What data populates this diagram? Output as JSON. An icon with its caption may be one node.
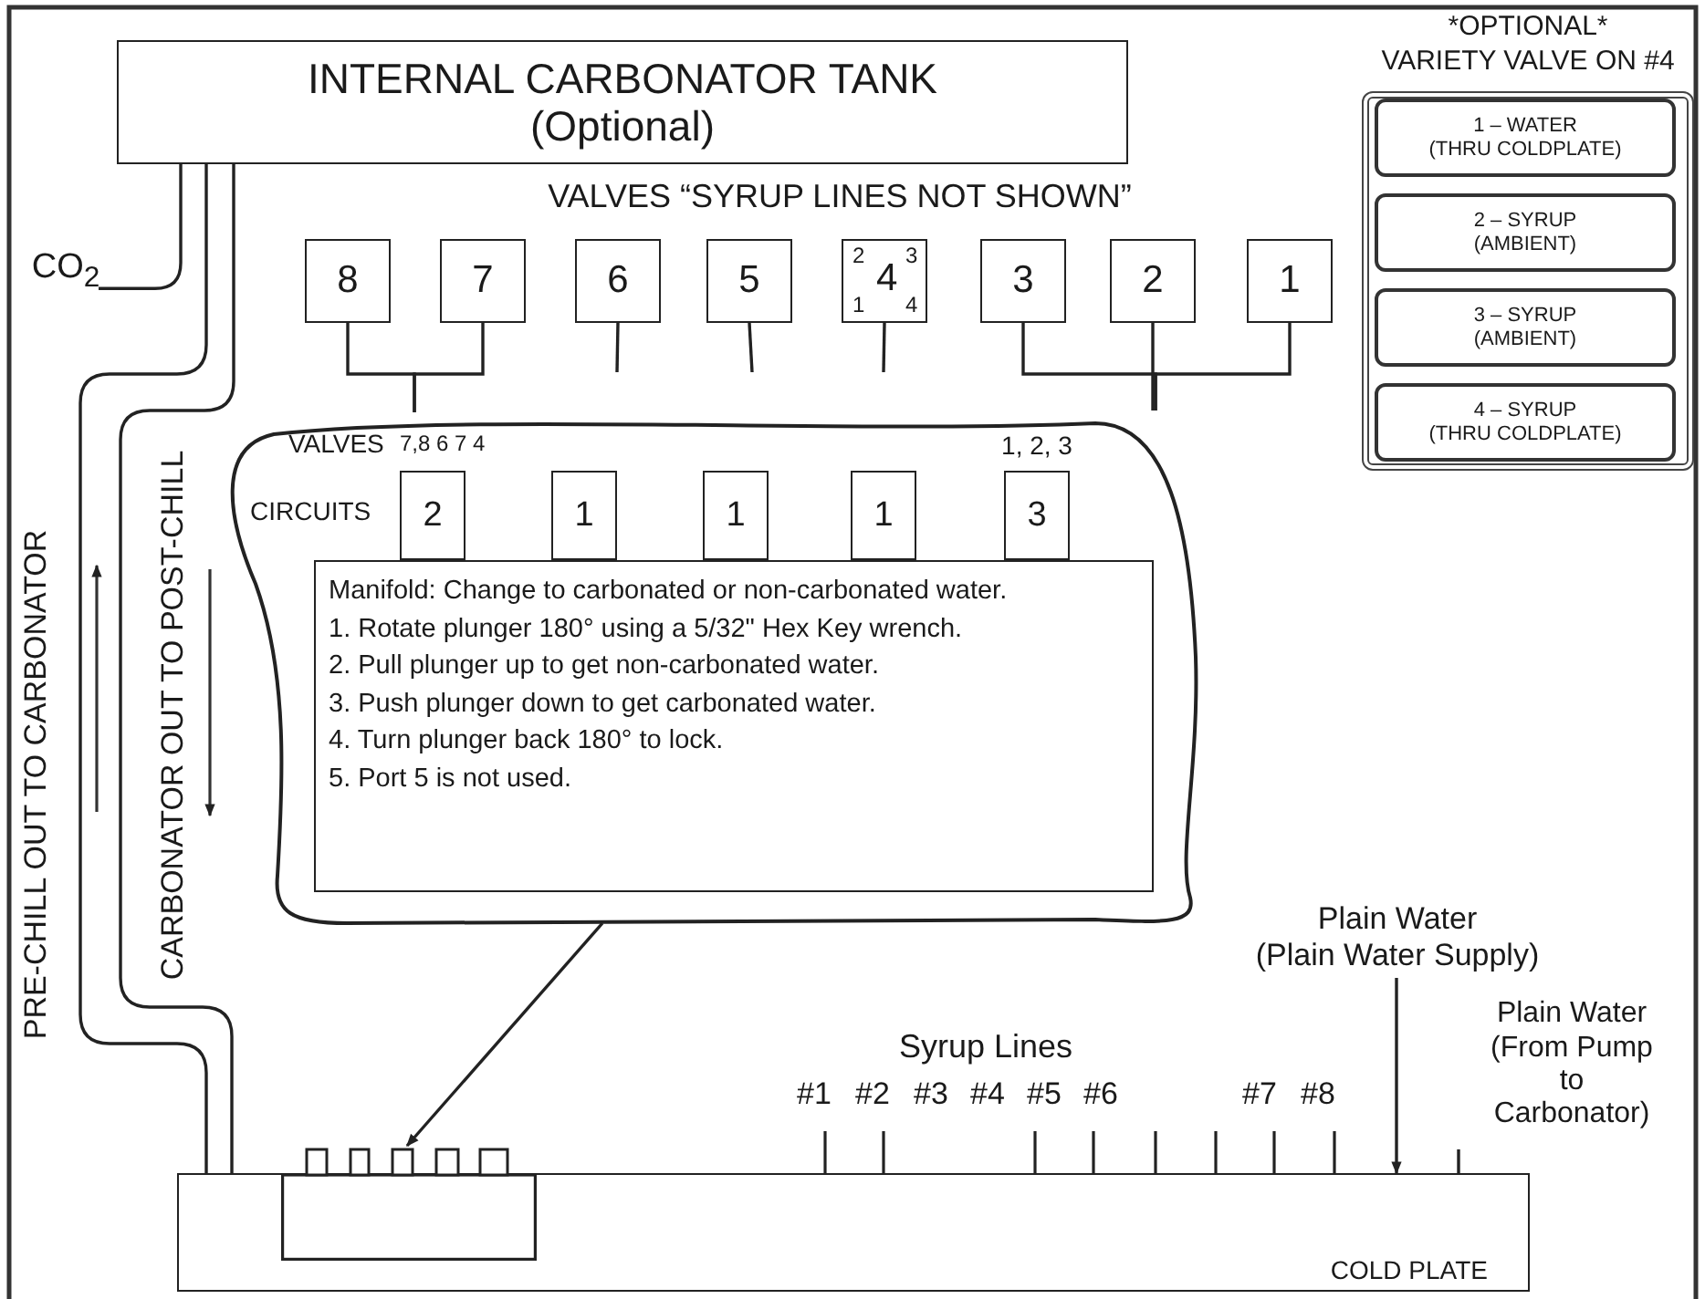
{
  "diagram": {
    "nodes": [
      {
        "text": [
          "INTERNAL CARBONATOR TANK",
          "(Optional)"
        ]
      },
      {
        "text": [
          "CO$_{2}$"
        ]
      },
      {
        "text": [
          "8"
        ]
      },
      {
        "text": [
          "7"
        ]
      },
      {
        "text": [
          "6"
        ]
      },
      {
        "text": [
          "5"
        ]
      },
      {
        "text": [
          "2",
          "3",
          "4",
          "1",
          "4"
        ]
      },
      {
        "text": [
          "3"
        ]
      },
      {
        "text": [
          "2"
        ]
      },
      {
        "text": [
          "1"
        ]
      },
      {
        "text": [
          "VALVES",
          "7,8 6 7 4",
          "CIRCUITS"
        ]
      },
      {
        "text": [
          "2"
        ],
        "in": 10
      },
      {
        "text": [
          "1"
        ],
        "in": 10
      },
      {
        "text": [
          "1"
        ],
        "in": 10
      },
      {
        "text": [
          "1"
        ],
        "in": 10
      },
      {
        "text": [
          "3"
        ],
        "in": 10,
        "beside": [
          "1, 2, 3"
        ]
      },
      {
        "text": [
          "Manifold: Change to carbonated or non-carbonated water.",
          "1. Rotate plunger 180° using a 5/32\" Hex Key wrench.",
          "2. Pull plunger up to get non-carbonated water.",
          "3. Push plunger down to get carbonated water.",
          "4. Turn plunger back 180° to lock.",
          "5. Port 5 is not used."
        ],
        "in": 10
      },
      {
        "text": [
          "*OPTIONAL*",
          "VARIETY VALVE ON #4"
        ]
      },
      {
        "text": [
          "1 – WATER",
          "(THRU COLDPLATE)"
        ],
        "in": 17
      },
      {
        "text": [
          "2 – SYRUP",
          "(AMBIENT)"
        ],
        "in": 17
      },
      {
        "text": [
          "3 – SYRUP",
          "(AMBIENT)"
        ],
        "in": 17
      },
      {
        "text": [
          "4 – SYRUP",
          "(THRU COLDPLATE)"
        ],
        "in": 17
      },
      {
        "text": [
          "COLD PLATE"
        ]
      },
      {
        "text": [],
        "shape": "box",
        "in": 22
      },
      {
        "text": [
          "Plain Water",
          "(Plain Water Supply)"
        ]
      },
      {
        "text": [
          "Plain Water",
          "(From Pump to Carbonator)"
        ]
      }
    ],
    "edges": [
      {
        "from": 1,
        "to": 0,
        "arrow": "none"
      },
      {
        "from": 22,
        "to": 0,
        "arrow": "none"
      },
      {
        "from": 0,
        "to": 22,
        "arrow": "none"
      },
      {
        "from": 2,
        "to": 10,
        "arrow": "none"
      },
      {
        "from": 3,
        "to": 10,
        "arrow": "none"
      },
      {
        "from": 4,
        "to": null,
        "arrow": "none"
      },
      {
        "from": 5,
        "to": null,
        "arrow": "none"
      },
      {
        "from": 6,
        "to": null,
        "arrow": "none"
      },
      {
        "from": 7,
        "to": null,
        "arrow": "none"
      },
      {
        "from": 8,
        "to": null,
        "arrow": "none"
      },
      {
        "from": 9,
        "to": null,
        "arrow": "none"
      },
      {
        "from": 10,
        "to": 23,
        "arrow": "to"
      },
      {
        "from": 24,
        "to": 22,
        "arrow": "to"
      },
      {
        "from": 25,
        "to": 22,
        "arrow": "none"
      }
    ],
    "labels": [
      "VALVES “SYRUP LINES NOT SHOWN”",
      "PRE-CHILL OUT TO CARBONATOR",
      "CARBONATOR OUT TO POST-CHILL",
      "Syrup Lines",
      "#1",
      "#2",
      "#3",
      "#4",
      "#5",
      "#6",
      "#7",
      "#8"
    ]
  }
}
